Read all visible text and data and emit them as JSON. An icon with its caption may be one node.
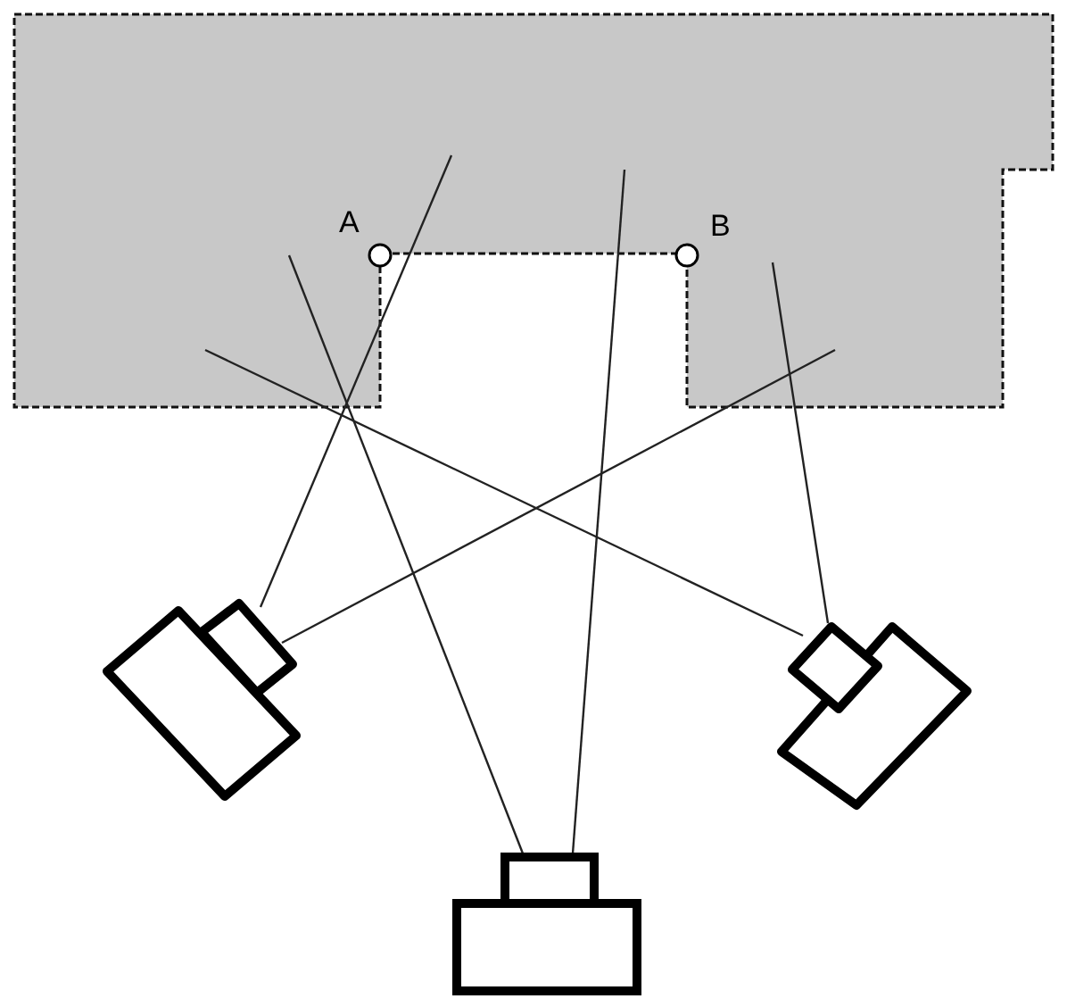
{
  "diagram": {
    "nodes": [
      {
        "text": [],
        "shape": "camera"
      },
      {
        "text": [],
        "shape": "camera"
      },
      {
        "text": [],
        "shape": "camera"
      }
    ],
    "edges": [
      {
        "from": 0,
        "to": null,
        "arrow": "none"
      },
      {
        "from": 0,
        "to": null,
        "arrow": "none"
      },
      {
        "from": 1,
        "to": null,
        "arrow": "none"
      },
      {
        "from": 1,
        "to": null,
        "arrow": "none"
      },
      {
        "from": 2,
        "to": null,
        "arrow": "none"
      },
      {
        "from": 2,
        "to": null,
        "arrow": "none"
      }
    ],
    "labels": [
      "A",
      "B"
    ]
  }
}
